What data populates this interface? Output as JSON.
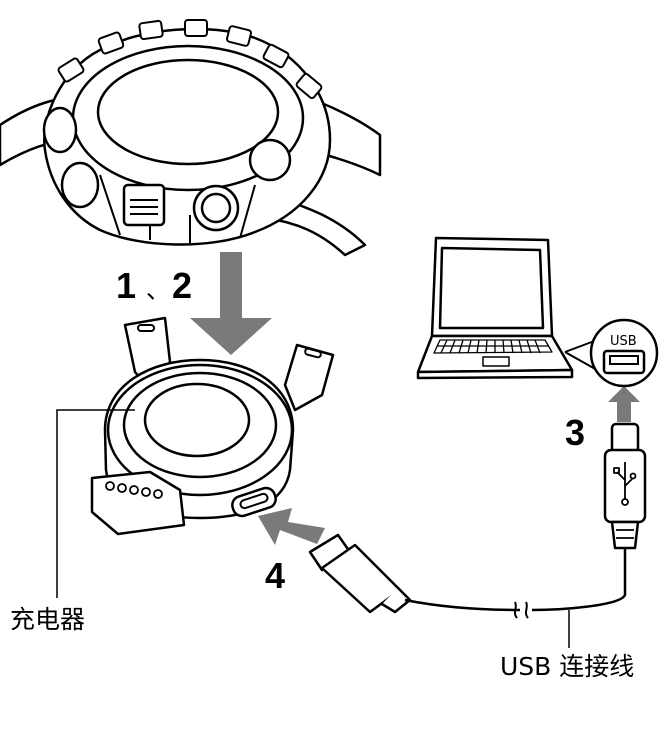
{
  "steps": {
    "step_1": "1",
    "sep": "、",
    "step_2": "2",
    "step_3": "3",
    "step_4": "4"
  },
  "labels": {
    "charger": "充电器",
    "usb_cable": "USB 连接线",
    "usb_port": "USB"
  },
  "colors": {
    "line": "#000000",
    "arrow_fill": "#7a7a7a",
    "background": "#ffffff"
  }
}
